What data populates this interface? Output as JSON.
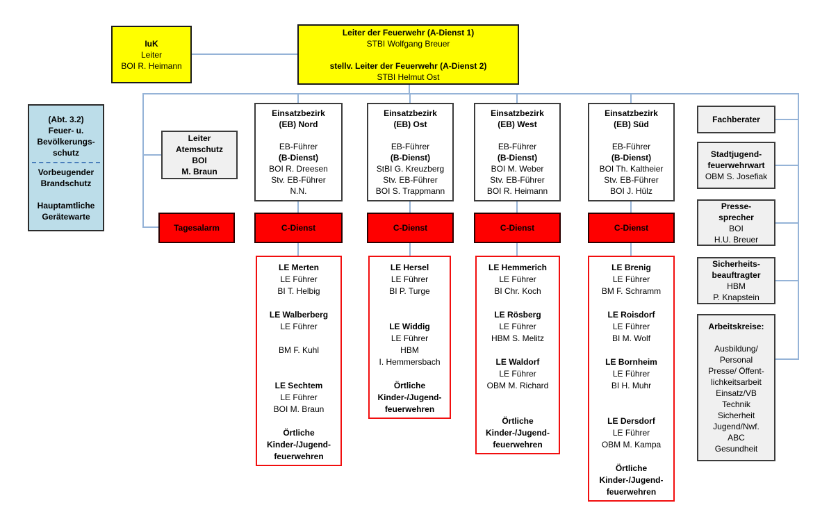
{
  "palette": {
    "leadership_fill": "#ffff00",
    "alert_fill": "#fe0000",
    "support_fill": "#f0f0f0",
    "department_fill": "#bcdde9",
    "unit_border": "#f10e0e",
    "connector": "#95b3d7"
  },
  "boxes": [
    {
      "id": "iuk",
      "lines": [
        {
          "t": "IuK",
          "b": true
        },
        {
          "t": "Leiter"
        },
        {
          "t": "BOI R. Heimann"
        }
      ]
    },
    {
      "id": "main",
      "lines": [
        {
          "t": "Leiter der Feuerwehr (A-Dienst 1)",
          "b": true
        },
        {
          "t": "STBI Wolfgang Breuer"
        },
        {
          "t": ""
        },
        {
          "t": "stellv. Leiter der Feuerwehr (A-Dienst 2)",
          "b": true
        },
        {
          "t": "STBI Helmut Ost"
        }
      ]
    },
    {
      "id": "dept",
      "lines": [
        {
          "t": "(Abt. 3.2)",
          "b": true
        },
        {
          "t": "Feuer- u.",
          "b": true
        },
        {
          "t": "Bevölkerungs-",
          "b": true
        },
        {
          "t": "schutz",
          "b": true
        },
        {
          "div": true
        },
        {
          "t": "Vorbeugender",
          "b": true
        },
        {
          "t": "Brandschutz",
          "b": true
        },
        {
          "t": ""
        },
        {
          "t": "Hauptamtliche",
          "b": true
        },
        {
          "t": "Gerätewarte",
          "b": true
        }
      ]
    },
    {
      "id": "atemschutz",
      "lines": [
        {
          "t": "Leiter",
          "b": true
        },
        {
          "t": "Atemschutz",
          "b": true
        },
        {
          "t": "BOI",
          "b": true
        },
        {
          "t": "M. Braun",
          "b": true
        }
      ]
    },
    {
      "id": "tagesalarm",
      "lines": [
        {
          "t": "Tagesalarm",
          "b": true
        }
      ]
    },
    {
      "id": "eb_nord",
      "lines": [
        {
          "t": "Einsatzbezirk",
          "b": true
        },
        {
          "t": "(EB) Nord",
          "b": true
        },
        {
          "t": ""
        },
        {
          "t": "EB-Führer"
        },
        {
          "t": "(B-Dienst)",
          "b": true
        },
        {
          "t": "BOI R. Dreesen"
        },
        {
          "t": "Stv. EB-Führer"
        },
        {
          "t": "N.N."
        }
      ]
    },
    {
      "id": "eb_ost",
      "lines": [
        {
          "t": "Einsatzbezirk",
          "b": true
        },
        {
          "t": "(EB) Ost",
          "b": true
        },
        {
          "t": ""
        },
        {
          "t": "EB-Führer"
        },
        {
          "t": "(B-Dienst)",
          "b": true
        },
        {
          "t": "StBI G. Kreuzberg"
        },
        {
          "t": "Stv. EB-Führer"
        },
        {
          "t": "BOI S. Trappmann"
        }
      ]
    },
    {
      "id": "eb_west",
      "lines": [
        {
          "t": "Einsatzbezirk",
          "b": true
        },
        {
          "t": "(EB) West",
          "b": true
        },
        {
          "t": ""
        },
        {
          "t": "EB-Führer"
        },
        {
          "t": "(B-Dienst)",
          "b": true
        },
        {
          "t": "BOI M. Weber"
        },
        {
          "t": "Stv. EB-Führer"
        },
        {
          "t": "BOI R. Heimann"
        }
      ]
    },
    {
      "id": "eb_sued",
      "lines": [
        {
          "t": "Einsatzbezirk",
          "b": true
        },
        {
          "t": "(EB) Süd",
          "b": true
        },
        {
          "t": ""
        },
        {
          "t": "EB-Führer"
        },
        {
          "t": "(B-Dienst)",
          "b": true
        },
        {
          "t": "BOI Th. Kaltheier"
        },
        {
          "t": "Stv. EB-Führer"
        },
        {
          "t": "BOI J. Hülz"
        }
      ]
    },
    {
      "id": "c_nord",
      "lines": [
        {
          "t": "C-Dienst",
          "b": true
        }
      ]
    },
    {
      "id": "c_ost",
      "lines": [
        {
          "t": "C-Dienst",
          "b": true
        }
      ]
    },
    {
      "id": "c_west",
      "lines": [
        {
          "t": "C-Dienst",
          "b": true
        }
      ]
    },
    {
      "id": "c_sued",
      "lines": [
        {
          "t": "C-Dienst",
          "b": true
        }
      ]
    },
    {
      "id": "le_nord",
      "lines": [
        {
          "t": "LE Merten",
          "b": true
        },
        {
          "t": "LE Führer"
        },
        {
          "t": "BI T. Helbig"
        },
        {
          "t": ""
        },
        {
          "t": "LE Walberberg",
          "b": true
        },
        {
          "t": "LE Führer"
        },
        {
          "t": ""
        },
        {
          "t": "BM F. Kuhl"
        },
        {
          "t": ""
        },
        {
          "t": ""
        },
        {
          "t": "LE Sechtem",
          "b": true
        },
        {
          "t": "LE Führer"
        },
        {
          "t": "BOI M. Braun"
        },
        {
          "t": ""
        },
        {
          "t": "Örtliche",
          "b": true
        },
        {
          "t": "Kinder-/Jugend-",
          "b": true
        },
        {
          "t": "feuerwehren",
          "b": true
        }
      ]
    },
    {
      "id": "le_ost",
      "lines": [
        {
          "t": "LE Hersel",
          "b": true
        },
        {
          "t": "LE Führer"
        },
        {
          "t": "BI P. Turge"
        },
        {
          "t": ""
        },
        {
          "t": ""
        },
        {
          "t": "LE Widdig",
          "b": true
        },
        {
          "t": "LE Führer"
        },
        {
          "t": "HBM"
        },
        {
          "t": "I. Hemmersbach"
        },
        {
          "t": ""
        },
        {
          "t": "Örtliche",
          "b": true
        },
        {
          "t": "Kinder-/Jugend-",
          "b": true
        },
        {
          "t": "feuerwehren",
          "b": true
        }
      ]
    },
    {
      "id": "le_west",
      "lines": [
        {
          "t": "LE Hemmerich",
          "b": true
        },
        {
          "t": "LE Führer"
        },
        {
          "t": "BI Chr. Koch"
        },
        {
          "t": ""
        },
        {
          "t": "LE Rösberg",
          "b": true
        },
        {
          "t": "LE Führer"
        },
        {
          "t": "HBM S. Melitz"
        },
        {
          "t": ""
        },
        {
          "t": "LE Waldorf",
          "b": true
        },
        {
          "t": "LE Führer"
        },
        {
          "t": "OBM M. Richard"
        },
        {
          "t": ""
        },
        {
          "t": ""
        },
        {
          "t": "Örtliche",
          "b": true
        },
        {
          "t": "Kinder-/Jugend-",
          "b": true
        },
        {
          "t": "feuerwehren",
          "b": true
        }
      ]
    },
    {
      "id": "le_sued",
      "lines": [
        {
          "t": "LE Brenig",
          "b": true
        },
        {
          "t": "LE Führer"
        },
        {
          "t": "BM F. Schramm"
        },
        {
          "t": ""
        },
        {
          "t": "LE Roisdorf",
          "b": true
        },
        {
          "t": "LE Führer"
        },
        {
          "t": "BI M. Wolf"
        },
        {
          "t": ""
        },
        {
          "t": "LE Bornheim",
          "b": true
        },
        {
          "t": "LE Führer"
        },
        {
          "t": "BI H. Muhr"
        },
        {
          "t": ""
        },
        {
          "t": ""
        },
        {
          "t": "LE Dersdorf",
          "b": true
        },
        {
          "t": "LE Führer"
        },
        {
          "t": "OBM M. Kampa"
        },
        {
          "t": ""
        },
        {
          "t": "Örtliche",
          "b": true
        },
        {
          "t": "Kinder-/Jugend-",
          "b": true
        },
        {
          "t": "feuerwehren",
          "b": true
        }
      ]
    },
    {
      "id": "fachberater",
      "lines": [
        {
          "t": "Fachberater",
          "b": true
        }
      ]
    },
    {
      "id": "stadtjugend",
      "lines": [
        {
          "t": "Stadtjugend-",
          "b": true
        },
        {
          "t": "feuerwehrwart",
          "b": true
        },
        {
          "t": "OBM S. Josefiak"
        }
      ]
    },
    {
      "id": "presse",
      "lines": [
        {
          "t": "Presse-",
          "b": true
        },
        {
          "t": "sprecher",
          "b": true
        },
        {
          "t": "BOI"
        },
        {
          "t": "H.U. Breuer"
        }
      ]
    },
    {
      "id": "sicherheit",
      "lines": [
        {
          "t": "Sicherheits-",
          "b": true
        },
        {
          "t": "beauftragter",
          "b": true
        },
        {
          "t": "HBM"
        },
        {
          "t": "P. Knapstein"
        }
      ]
    },
    {
      "id": "arbeitskreise",
      "lines": [
        {
          "t": "Arbeitskreise:",
          "b": true
        },
        {
          "t": ""
        },
        {
          "t": "Ausbildung/"
        },
        {
          "t": "Personal"
        },
        {
          "t": "Presse/ Öffent-"
        },
        {
          "t": "lichkeitsarbeit"
        },
        {
          "t": "Einsatz/VB"
        },
        {
          "t": "Technik"
        },
        {
          "t": "Sicherheit"
        },
        {
          "t": "Jugend/Nwf."
        },
        {
          "t": "ABC"
        },
        {
          "t": "Gesundheit"
        }
      ]
    }
  ]
}
